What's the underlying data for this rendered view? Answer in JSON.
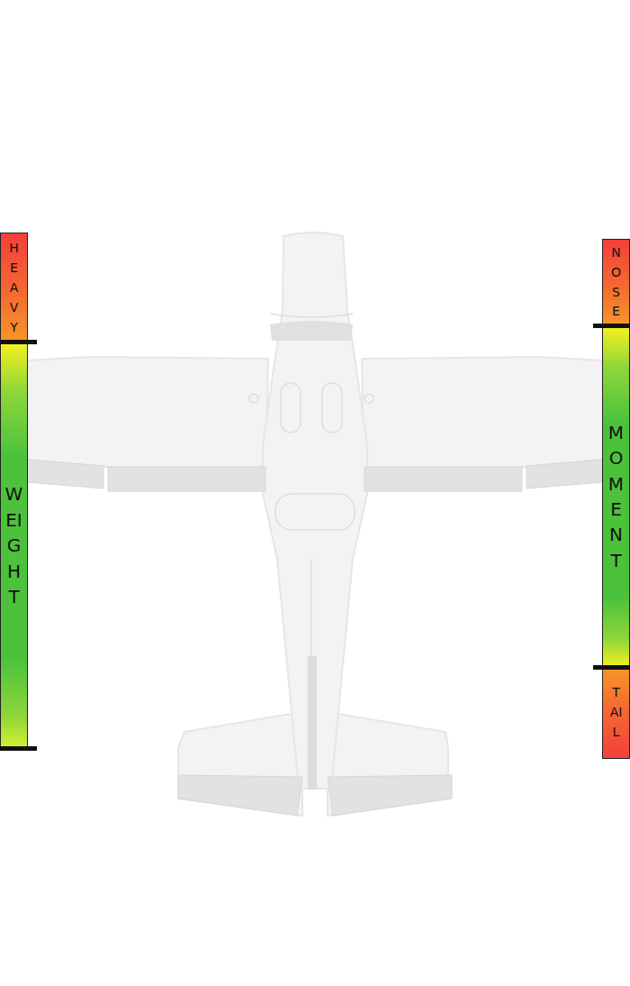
{
  "diagram": {
    "nodes": [
      {
        "text": [
          "HEAVY"
        ]
      },
      {
        "text": [
          "WEIGHT"
        ]
      },
      {
        "text": [
          "NOSE"
        ]
      },
      {
        "text": [
          "MOMENT"
        ]
      },
      {
        "text": [
          "TAIL"
        ]
      }
    ]
  }
}
